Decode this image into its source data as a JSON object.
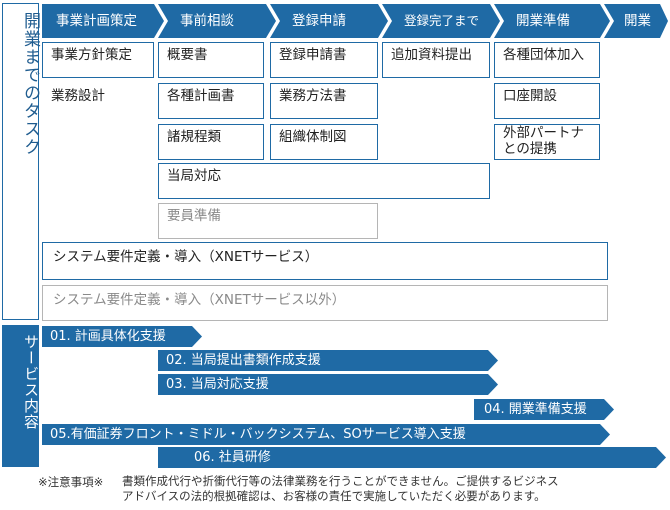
{
  "sidebar": {
    "top_label": "開業までのタスク",
    "bottom_label": "サービス内容"
  },
  "phases": [
    "事業計画策定",
    "事前相談",
    "登録申請",
    "登録完了まで",
    "開業準備",
    "開業"
  ],
  "tasks": {
    "col1": [
      "事業方針策定",
      "業務設計"
    ],
    "col2": [
      "概要書",
      "各種計画書",
      "諸規程類"
    ],
    "col3": [
      "登録申請書",
      "業務方法書",
      "組織体制図"
    ],
    "col4": [
      "追加資料提出"
    ],
    "col5": [
      "各種団体加入",
      "口座開設",
      "外部パートナ",
      "との提携"
    ],
    "authority": "当局対応",
    "staffing": "要員準備",
    "system_xnet": "システム要件定義・導入（XNETサービス）",
    "system_other": "システム要件定義・導入（XNETサービス以外）"
  },
  "services": [
    "01. 計画具体化支援",
    "02. 当局提出書類作成支援",
    "03. 当局対応支援",
    "04. 開業準備支援",
    "05.有価証券フロント・ミドル・バックシステム、SOサービス導入支援",
    "06. 社員研修"
  ],
  "note": {
    "label": "※注意事項※",
    "line1": "書類作成代行や折衝代行等の法律業務を行うことができません。ご提供するビジネス",
    "line2": "アドバイスの法的根拠確認は、お客様の責任で実施していただく必要があります。"
  },
  "colors": {
    "primary": "#1f6aa5",
    "gray_border": "#b5b5b5"
  }
}
